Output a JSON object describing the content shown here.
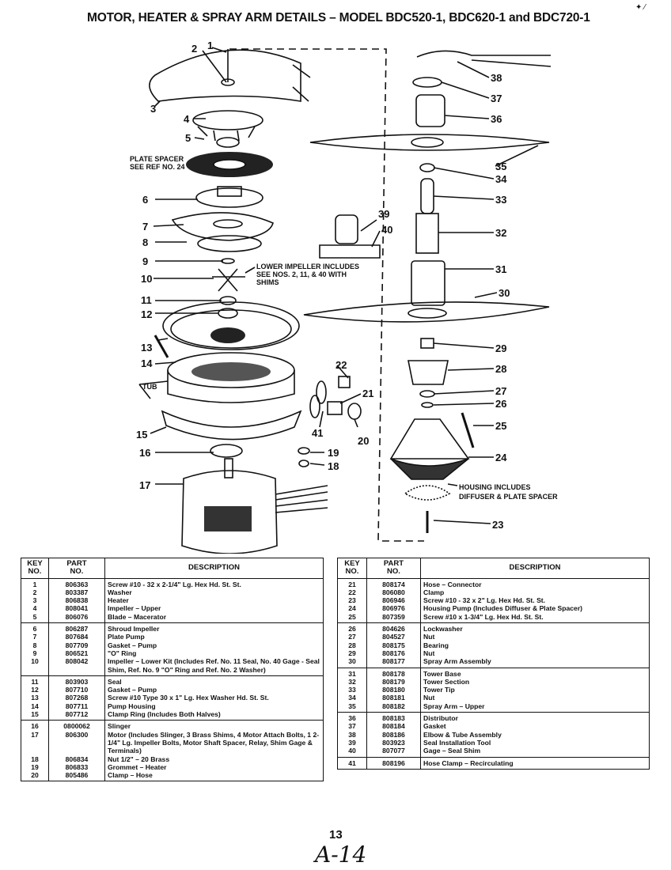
{
  "title": "MOTOR, HEATER & SPRAY ARM DETAILS – MODEL BDC520-1, BDC620-1 and BDC720-1",
  "diagram": {
    "callouts": [
      "1",
      "2",
      "3",
      "4",
      "5",
      "6",
      "7",
      "8",
      "9",
      "10",
      "11",
      "12",
      "13",
      "14",
      "15",
      "16",
      "17",
      "18",
      "19",
      "20",
      "21",
      "22",
      "23",
      "24",
      "25",
      "26",
      "27",
      "28",
      "29",
      "30",
      "31",
      "32",
      "33",
      "34",
      "35",
      "36",
      "37",
      "38",
      "39",
      "40",
      "41"
    ],
    "notes": {
      "plate_spacer": [
        "PLATE SPACER",
        "SEE REF NO. 24"
      ],
      "lower_impeller": [
        "LOWER IMPELLER INCLUDES",
        "SEE NOS. 2, 11, & 40 WITH",
        "SHIMS"
      ],
      "housing": [
        "HOUSING INCLUDES",
        "DIFFUSER & PLATE SPACER"
      ],
      "tub": "TUB"
    }
  },
  "table_headers": {
    "key": [
      "KEY",
      "NO."
    ],
    "part": [
      "PART",
      "NO."
    ],
    "desc": "DESCRIPTION"
  },
  "left_table": [
    [
      {
        "key": "1",
        "part": "806363",
        "desc": "Screw #10 - 32 x 2-1/4\" Lg. Hex Hd. St. St."
      },
      {
        "key": "2",
        "part": "803387",
        "desc": "Washer"
      },
      {
        "key": "3",
        "part": "806838",
        "desc": "Heater"
      },
      {
        "key": "4",
        "part": "808041",
        "desc": "Impeller – Upper"
      },
      {
        "key": "5",
        "part": "806076",
        "desc": "Blade – Macerator"
      }
    ],
    [
      {
        "key": "6",
        "part": "806287",
        "desc": "Shroud Impeller"
      },
      {
        "key": "7",
        "part": "807684",
        "desc": "Plate Pump"
      },
      {
        "key": "8",
        "part": "807709",
        "desc": "Gasket – Pump"
      },
      {
        "key": "9",
        "part": "806521",
        "desc": "\"O\" Ring"
      },
      {
        "key": "10",
        "part": "808042",
        "desc": "Impeller – Lower Kit (Includes Ref. No. 11 Seal, No. 40 Gage - Seal Shim, Ref. No. 9 \"O\" Ring and Ref. No. 2 Washer)"
      }
    ],
    [
      {
        "key": "11",
        "part": "803903",
        "desc": "Seal"
      },
      {
        "key": "12",
        "part": "807710",
        "desc": "Gasket – Pump"
      },
      {
        "key": "13",
        "part": "807268",
        "desc": "Screw #10 Type 30 x 1\" Lg. Hex Washer Hd. St. St."
      },
      {
        "key": "14",
        "part": "807711",
        "desc": "Pump Housing"
      },
      {
        "key": "15",
        "part": "807712",
        "desc": "Clamp Ring (Includes Both Halves)"
      }
    ],
    [
      {
        "key": "16",
        "part": "0800062",
        "desc": "Slinger"
      },
      {
        "key": "17",
        "part": "806300",
        "desc": "Motor (Includes Slinger, 3 Brass Shims, 4 Motor Attach Bolts, 1 2-1/4\" Lg. Impeller Bolts, Motor Shaft Spacer, Relay, Shim Gage & Terminals)"
      },
      {
        "key": "18",
        "part": "806834",
        "desc": "Nut 1/2\" – 20 Brass"
      },
      {
        "key": "19",
        "part": "806833",
        "desc": "Grommet – Heater"
      },
      {
        "key": "20",
        "part": "805486",
        "desc": "Clamp – Hose"
      }
    ]
  ],
  "right_table": [
    [
      {
        "key": "21",
        "part": "808174",
        "desc": "Hose – Connector"
      },
      {
        "key": "22",
        "part": "806080",
        "desc": "Clamp"
      },
      {
        "key": "23",
        "part": "806946",
        "desc": "Screw #10 - 32 x 2\" Lg. Hex Hd. St. St."
      },
      {
        "key": "24",
        "part": "806976",
        "desc": "Housing Pump (Includes Diffuser & Plate Spacer)"
      },
      {
        "key": "25",
        "part": "807359",
        "desc": "Screw #10 x 1-3/4\" Lg. Hex Hd. St. St."
      }
    ],
    [
      {
        "key": "26",
        "part": "804626",
        "desc": "Lockwasher"
      },
      {
        "key": "27",
        "part": "804527",
        "desc": "Nut"
      },
      {
        "key": "28",
        "part": "808175",
        "desc": "Bearing"
      },
      {
        "key": "29",
        "part": "808176",
        "desc": "Nut"
      },
      {
        "key": "30",
        "part": "808177",
        "desc": "Spray Arm Assembly"
      }
    ],
    [
      {
        "key": "31",
        "part": "808178",
        "desc": "Tower Base"
      },
      {
        "key": "32",
        "part": "808179",
        "desc": "Tower Section"
      },
      {
        "key": "33",
        "part": "808180",
        "desc": "Tower Tip"
      },
      {
        "key": "34",
        "part": "808181",
        "desc": "Nut"
      },
      {
        "key": "35",
        "part": "808182",
        "desc": "Spray Arm – Upper"
      }
    ],
    [
      {
        "key": "36",
        "part": "808183",
        "desc": "Distributor"
      },
      {
        "key": "37",
        "part": "808184",
        "desc": "Gasket"
      },
      {
        "key": "38",
        "part": "808186",
        "desc": "Elbow & Tube Assembly"
      },
      {
        "key": "39",
        "part": "803923",
        "desc": "Seal Installation Tool"
      },
      {
        "key": "40",
        "part": "807077",
        "desc": "Gage – Seal Shim"
      }
    ],
    [
      {
        "key": "41",
        "part": "808196",
        "desc": "Hose Clamp – Recirculating"
      }
    ]
  ],
  "page_number": "13",
  "handwritten": "A-14"
}
